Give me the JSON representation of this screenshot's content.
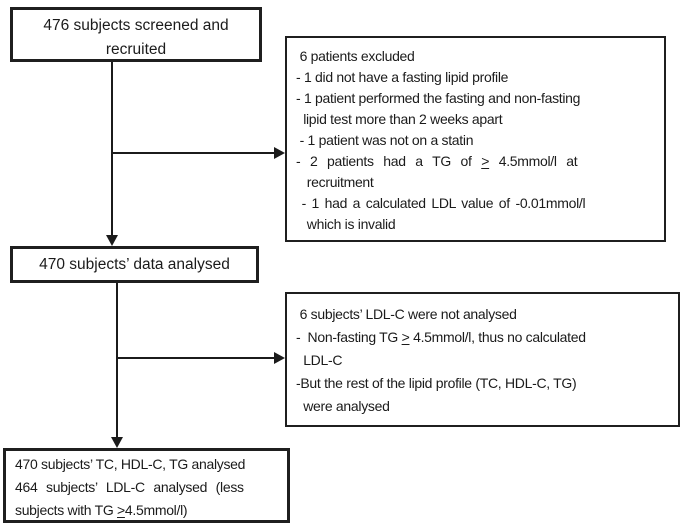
{
  "figure": {
    "type": "flowchart",
    "colors": {
      "background": "#ffffff",
      "ink": "#1b1b1b"
    },
    "boxes": {
      "screened": {
        "lines": [
          "476 subjects screened and",
          "recruited"
        ]
      },
      "excluded": {
        "lines": [
          " 6 patients excluded",
          "- 1 did not have a fasting lipid profile",
          "- 1 patient performed the fasting and non-fasting",
          "  lipid test more than 2 weeks apart",
          " - 1 patient was not on a statin",
          "- 2 patients had a TG of ≥ 4.5mmol/l at",
          "   recruitment",
          " - 1 had a calculated LDL value of -0.01mmol/l",
          "   which is invalid"
        ]
      },
      "analysed": {
        "lines": [
          "470 subjects’ data analysed"
        ]
      },
      "ldl_not_analysed": {
        "lines": [
          " 6 subjects’ LDL-C were not analysed",
          "-  Non-fasting TG ≥ 4.5mmol/l, thus no calculated",
          "  LDL-C",
          "-But the rest of the lipid profile (TC, HDL-C, TG)",
          "  were analysed"
        ]
      },
      "final": {
        "lines": [
          "470 subjects’ TC, HDL-C, TG analysed",
          "464 subjects’ LDL-C analysed (less",
          "subjects with TG ≥4.5mmol/l)"
        ]
      }
    }
  }
}
